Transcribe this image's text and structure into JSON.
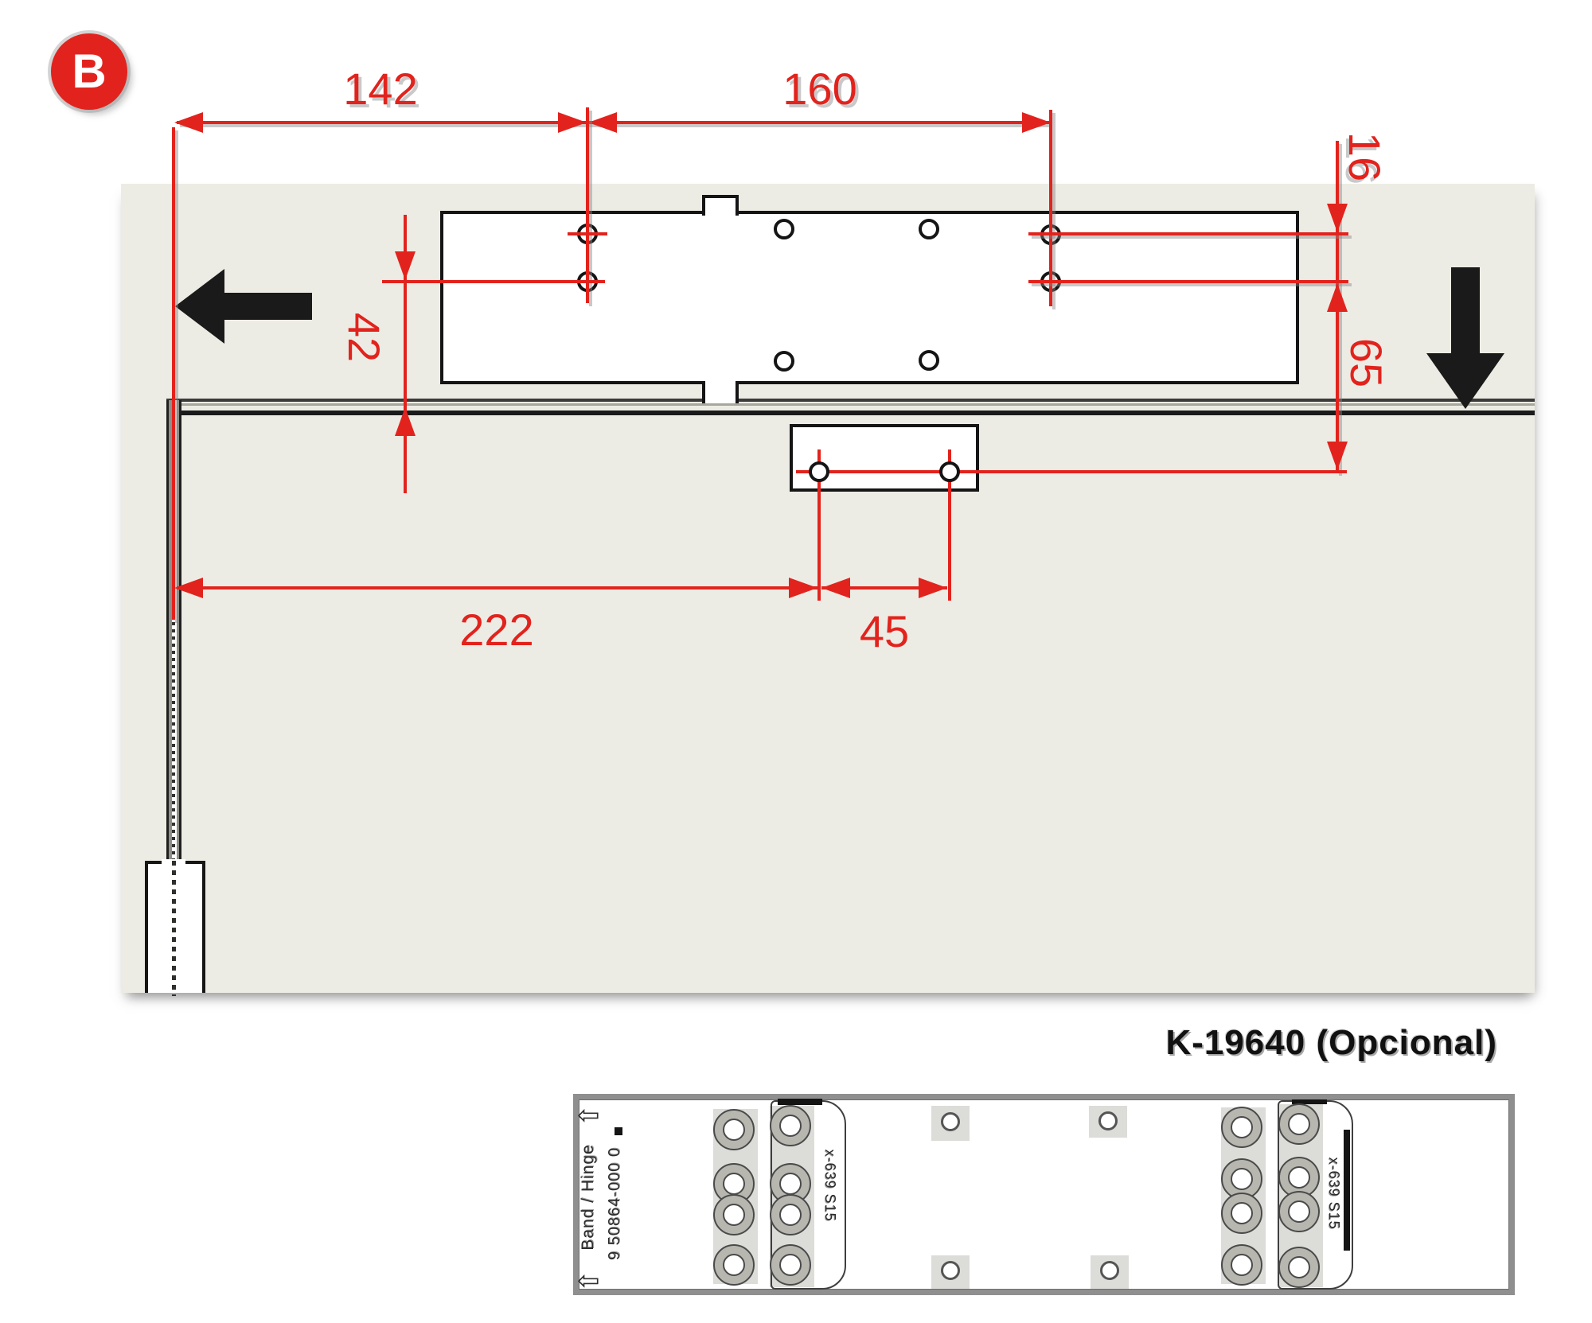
{
  "badge": {
    "label": "B"
  },
  "labels": {
    "d142": "142",
    "d160": "160",
    "d16": "16",
    "d42": "42",
    "d65": "65",
    "d222": "222",
    "d45": "45"
  },
  "footer": {
    "title": "K-19640 (Opcional)"
  },
  "plate": {
    "hinge_label": "Band / Hinge",
    "part_number": "9 50864-000 0",
    "slot_label": "x-639 S15",
    "hinge_arrow_glyph": "⇦"
  },
  "colors": {
    "dimension_red": "#e2231d",
    "door_beige": "#edece4",
    "line_black": "#151515",
    "plate_gray": "#8f8f8f"
  },
  "icons": [
    "letter-badge-b",
    "black-left-arrow-icon",
    "black-down-arrow-icon",
    "hinge-direction-arrow-icon"
  ]
}
